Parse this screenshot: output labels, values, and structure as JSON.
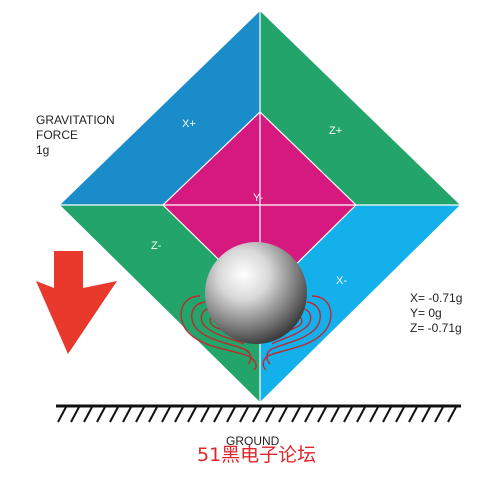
{
  "gravity": {
    "line1": "GRAVITATION",
    "line2": "FORCE",
    "value": "1g"
  },
  "faces": {
    "x_plus": "X+",
    "z_plus": "Z+",
    "y_minus": "Y-",
    "z_minus": "Z-",
    "x_minus": "X-"
  },
  "readings": {
    "x": "X= -0.71g",
    "y": "Y= 0g",
    "z": "Z= -0.71g"
  },
  "ground_label": "GROUND",
  "watermark": "51黑电子论坛",
  "colors": {
    "blue": "#1a8cc9",
    "green": "#23a46b",
    "magenta": "#d6197f",
    "cyan": "#13b0ec",
    "arrow_red": "#e8392c",
    "contour_red": "#c4262e",
    "ground": "#111111"
  }
}
